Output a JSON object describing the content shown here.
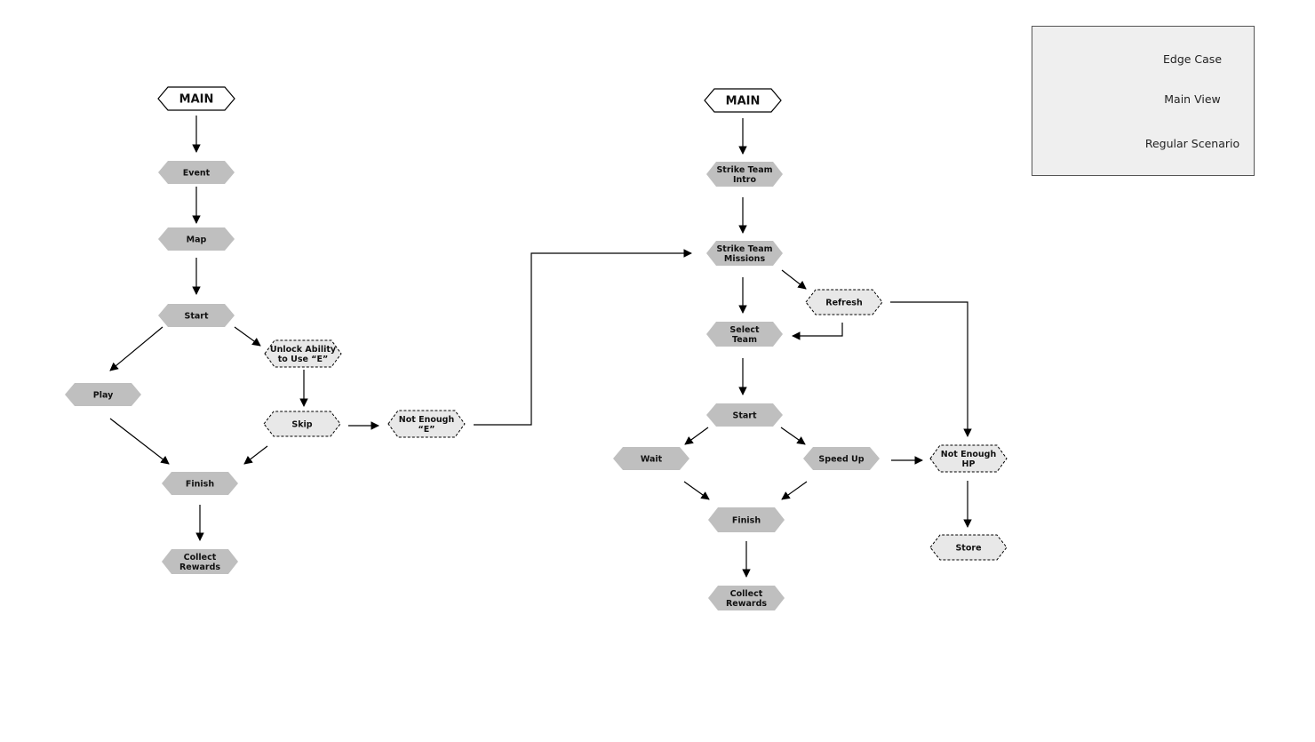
{
  "legend": {
    "edge_case": "Edge Case",
    "main_view": "Main View",
    "regular_scenario": "Regular Scenario"
  },
  "nodes": [
    {
      "id": "l-main",
      "lines": [
        "MAIN"
      ],
      "kind": "main"
    },
    {
      "id": "l-event",
      "lines": [
        "Event"
      ],
      "kind": "regular"
    },
    {
      "id": "l-map",
      "lines": [
        "Map"
      ],
      "kind": "regular"
    },
    {
      "id": "l-start",
      "lines": [
        "Start"
      ],
      "kind": "regular"
    },
    {
      "id": "l-unlock",
      "lines": [
        "Unlock Ability",
        "to Use “E”"
      ],
      "kind": "edge"
    },
    {
      "id": "l-play",
      "lines": [
        "Play"
      ],
      "kind": "regular"
    },
    {
      "id": "l-skip",
      "lines": [
        "Skip"
      ],
      "kind": "edge"
    },
    {
      "id": "l-notenough-e",
      "lines": [
        "Not Enough",
        "“E”"
      ],
      "kind": "edge"
    },
    {
      "id": "l-finish",
      "lines": [
        "Finish"
      ],
      "kind": "regular"
    },
    {
      "id": "l-collect",
      "lines": [
        "Collect",
        "Rewards"
      ],
      "kind": "regular"
    },
    {
      "id": "r-main",
      "lines": [
        "MAIN"
      ],
      "kind": "main"
    },
    {
      "id": "r-intro",
      "lines": [
        "Strike Team",
        "Intro"
      ],
      "kind": "regular"
    },
    {
      "id": "r-missions",
      "lines": [
        "Strike Team",
        "Missions"
      ],
      "kind": "regular"
    },
    {
      "id": "r-refresh",
      "lines": [
        "Refresh"
      ],
      "kind": "edge"
    },
    {
      "id": "r-select",
      "lines": [
        "Select",
        "Team"
      ],
      "kind": "regular"
    },
    {
      "id": "r-start",
      "lines": [
        "Start"
      ],
      "kind": "regular"
    },
    {
      "id": "r-wait",
      "lines": [
        "Wait"
      ],
      "kind": "regular"
    },
    {
      "id": "r-speedup",
      "lines": [
        "Speed Up"
      ],
      "kind": "regular"
    },
    {
      "id": "r-notenough-hp",
      "lines": [
        "Not Enough",
        "HP"
      ],
      "kind": "edge"
    },
    {
      "id": "r-finish",
      "lines": [
        "Finish"
      ],
      "kind": "regular"
    },
    {
      "id": "r-store",
      "lines": [
        "Store"
      ],
      "kind": "edge"
    },
    {
      "id": "r-collect",
      "lines": [
        "Collect",
        "Rewards"
      ],
      "kind": "regular"
    }
  ],
  "colors": {
    "regular_fill": "#bfbfbf",
    "edge_fill": "#e8e8e8",
    "main_fill": "#ffffff",
    "line": "#000000"
  }
}
